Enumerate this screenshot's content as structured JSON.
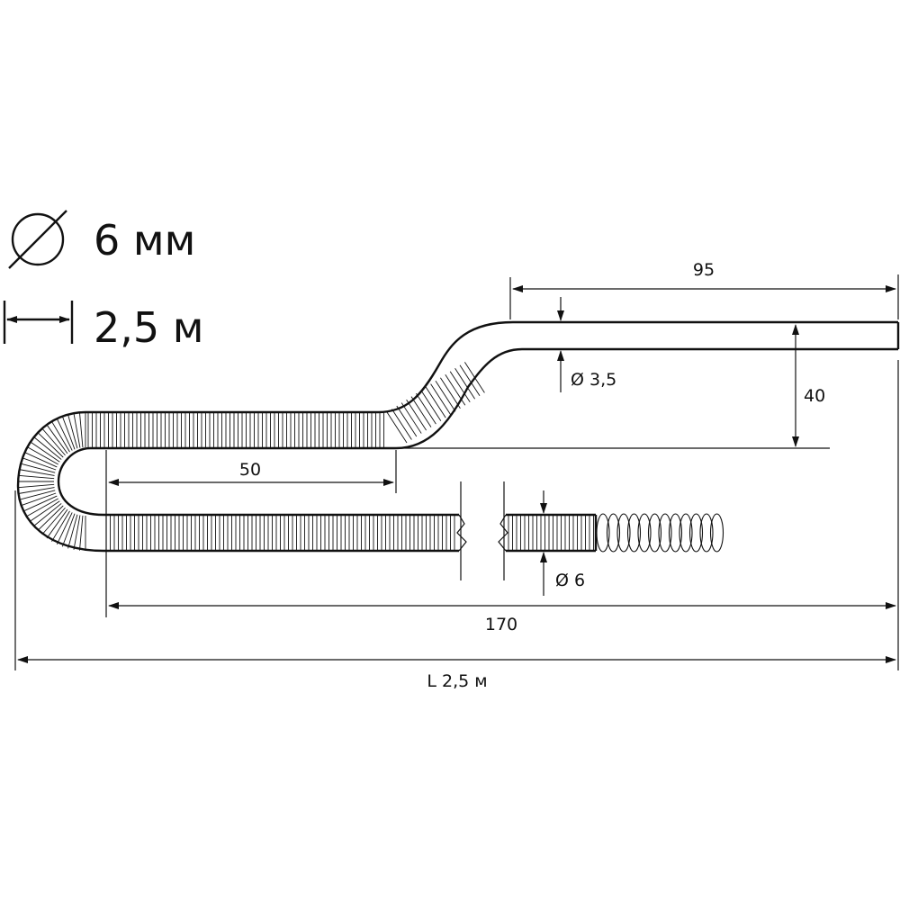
{
  "legend": {
    "diameter_text": "6 мм",
    "length_text": "2,5 м"
  },
  "dimensions": {
    "straight_tip": "95",
    "tip_diameter": "Ø 3,5",
    "offset": "40",
    "loop_length": "50",
    "cable_diameter": "Ø 6",
    "cable_span": "170",
    "total_length": "L 2,5 м"
  },
  "colors": {
    "line": "#111111",
    "background": "#ffffff"
  }
}
